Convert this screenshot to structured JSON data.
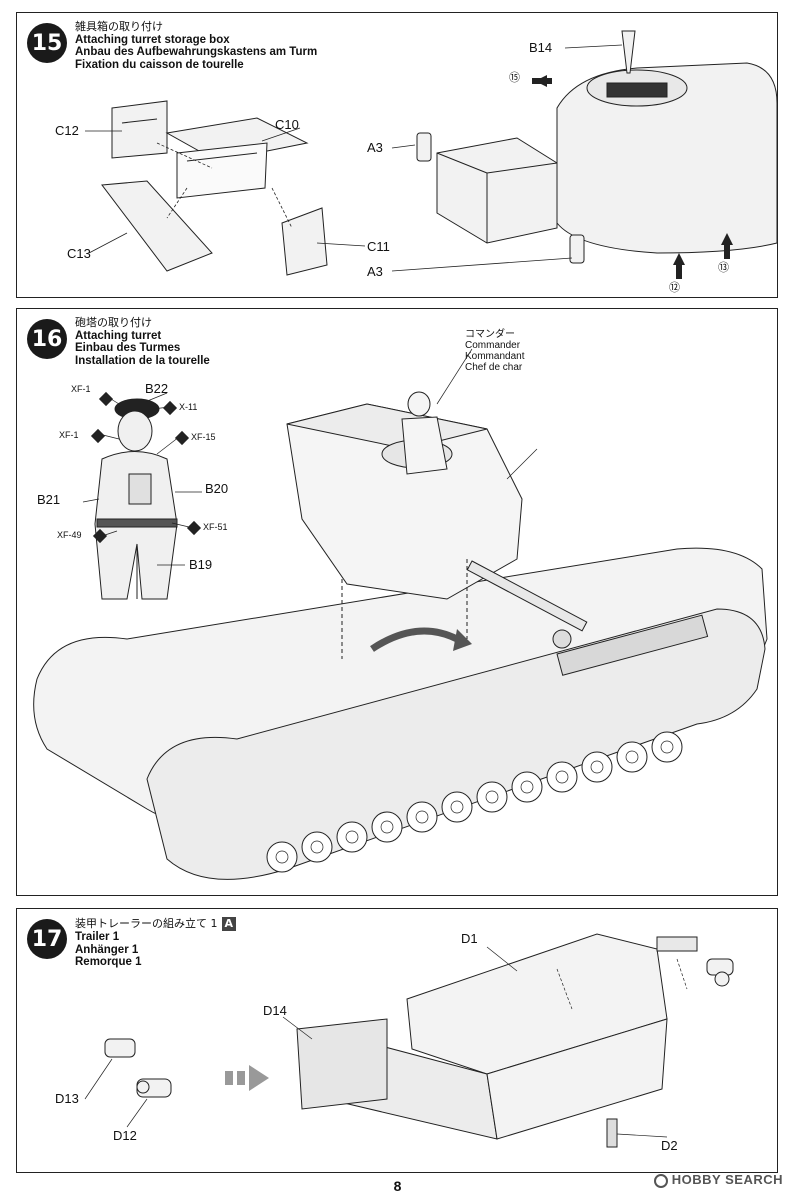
{
  "step15": {
    "number": "15",
    "title_jp": "雑具箱の取り付け",
    "title_en": "Attaching turret storage box",
    "title_de": "Anbau des Aufbewahrungskastens am Turm",
    "title_fr": "Fixation du caisson de tourelle",
    "parts": {
      "c12": "C12",
      "c10": "C10",
      "c13": "C13",
      "c11": "C11",
      "a3_top": "A3",
      "a3_bottom": "A3",
      "b14": "B14"
    },
    "refs": {
      "r15": "⑮",
      "r12": "⑫",
      "r13": "⑬"
    }
  },
  "step16": {
    "number": "16",
    "title_jp": "砲塔の取り付け",
    "title_en": "Attaching turret",
    "title_de": "Einbau des Turmes",
    "title_fr": "Installation de la tourelle",
    "commander_jp": "コマンダー",
    "commander_en": "Commander",
    "commander_de": "Kommandant",
    "commander_fr": "Chef de char",
    "parts": {
      "b22": "B22",
      "b20": "B20",
      "b21": "B21",
      "b19": "B19"
    },
    "paints": {
      "xf1_top": "XF-1",
      "x11": "X-11",
      "xf1_left": "XF-1",
      "xf15": "XF-15",
      "xf49": "XF-49",
      "xf51": "XF-51"
    }
  },
  "step17": {
    "number": "17",
    "title_jp": "装甲トレーラーの組み立て 1",
    "badge": "A",
    "title_en": "Trailer 1",
    "title_de": "Anhänger 1",
    "title_fr": "Remorque 1",
    "parts": {
      "d1": "D1",
      "d14": "D14",
      "d13": "D13",
      "d12": "D12",
      "d2": "D2"
    }
  },
  "page_number": "8",
  "watermark": "HOBBY SEARCH"
}
